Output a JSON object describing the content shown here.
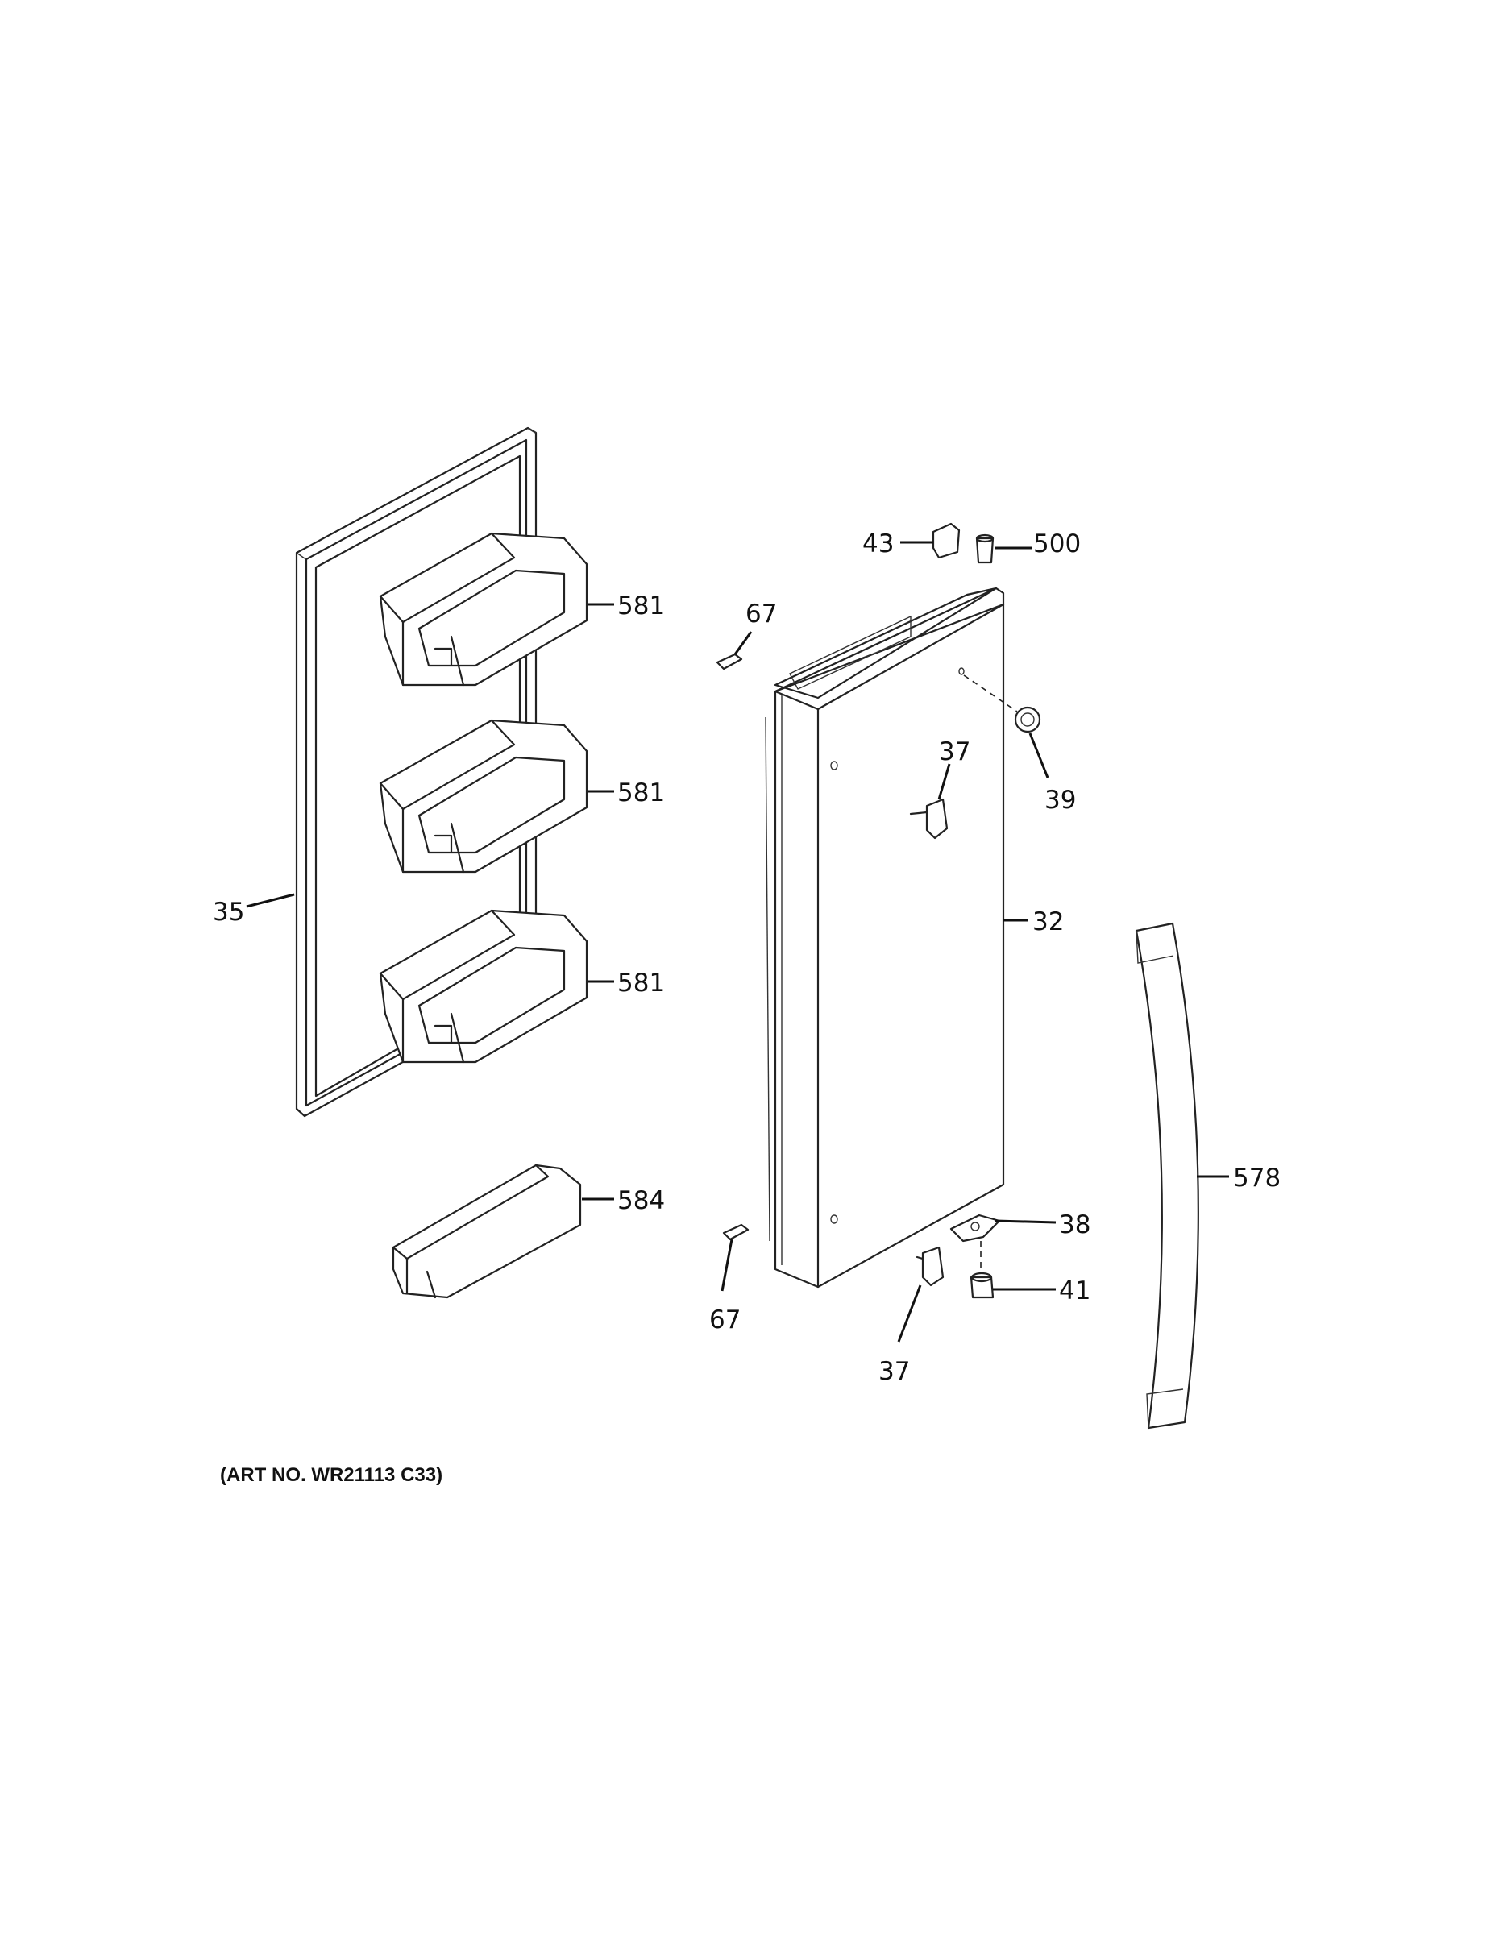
{
  "callouts": {
    "c43": "43",
    "c500": "500",
    "c67_top": "67",
    "c581_a": "581",
    "c581_b": "581",
    "c581_c": "581",
    "c37_top": "37",
    "c39": "39",
    "c35": "35",
    "c32": "32",
    "c578": "578",
    "c584": "584",
    "c38": "38",
    "c67_bottom": "67",
    "c41": "41",
    "c37_bottom": "37"
  },
  "caption": "(ART NO. WR21113 C33)"
}
